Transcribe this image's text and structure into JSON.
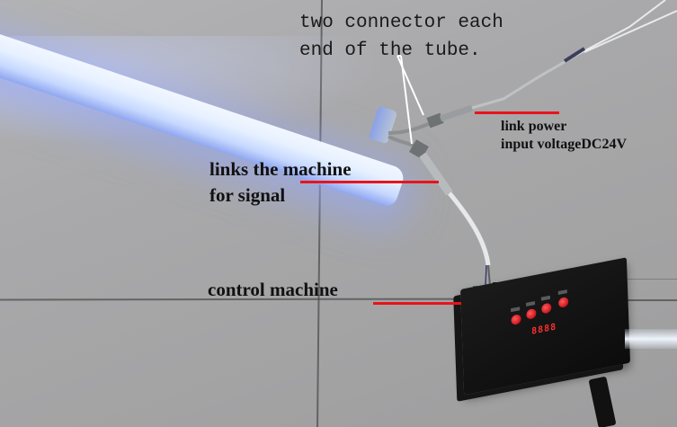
{
  "image": {
    "description": "Photo of an LED digital tube connected to a control machine, with annotations",
    "annotations": {
      "connectors": {
        "lines": [
          "two connector each",
          "end of the tube."
        ],
        "pointer_color": "#ffffff"
      },
      "power": {
        "lines": [
          "link power",
          "input voltageDC24V"
        ],
        "line_color": "#e8141c"
      },
      "signal": {
        "lines": [
          "links the machine",
          "for signal"
        ],
        "line_color": "#e8141c"
      },
      "controller": {
        "label": "control machine",
        "line_color": "#e8141c"
      }
    },
    "controller_device": {
      "display_text": "8888",
      "button_count": 4,
      "button_color": "#d21a22"
    },
    "colors": {
      "floor": "#a9a9ab",
      "tube_glow": "#c6d8ff",
      "annotation_text": "#111111",
      "annotation_line": "#e8141c"
    }
  }
}
